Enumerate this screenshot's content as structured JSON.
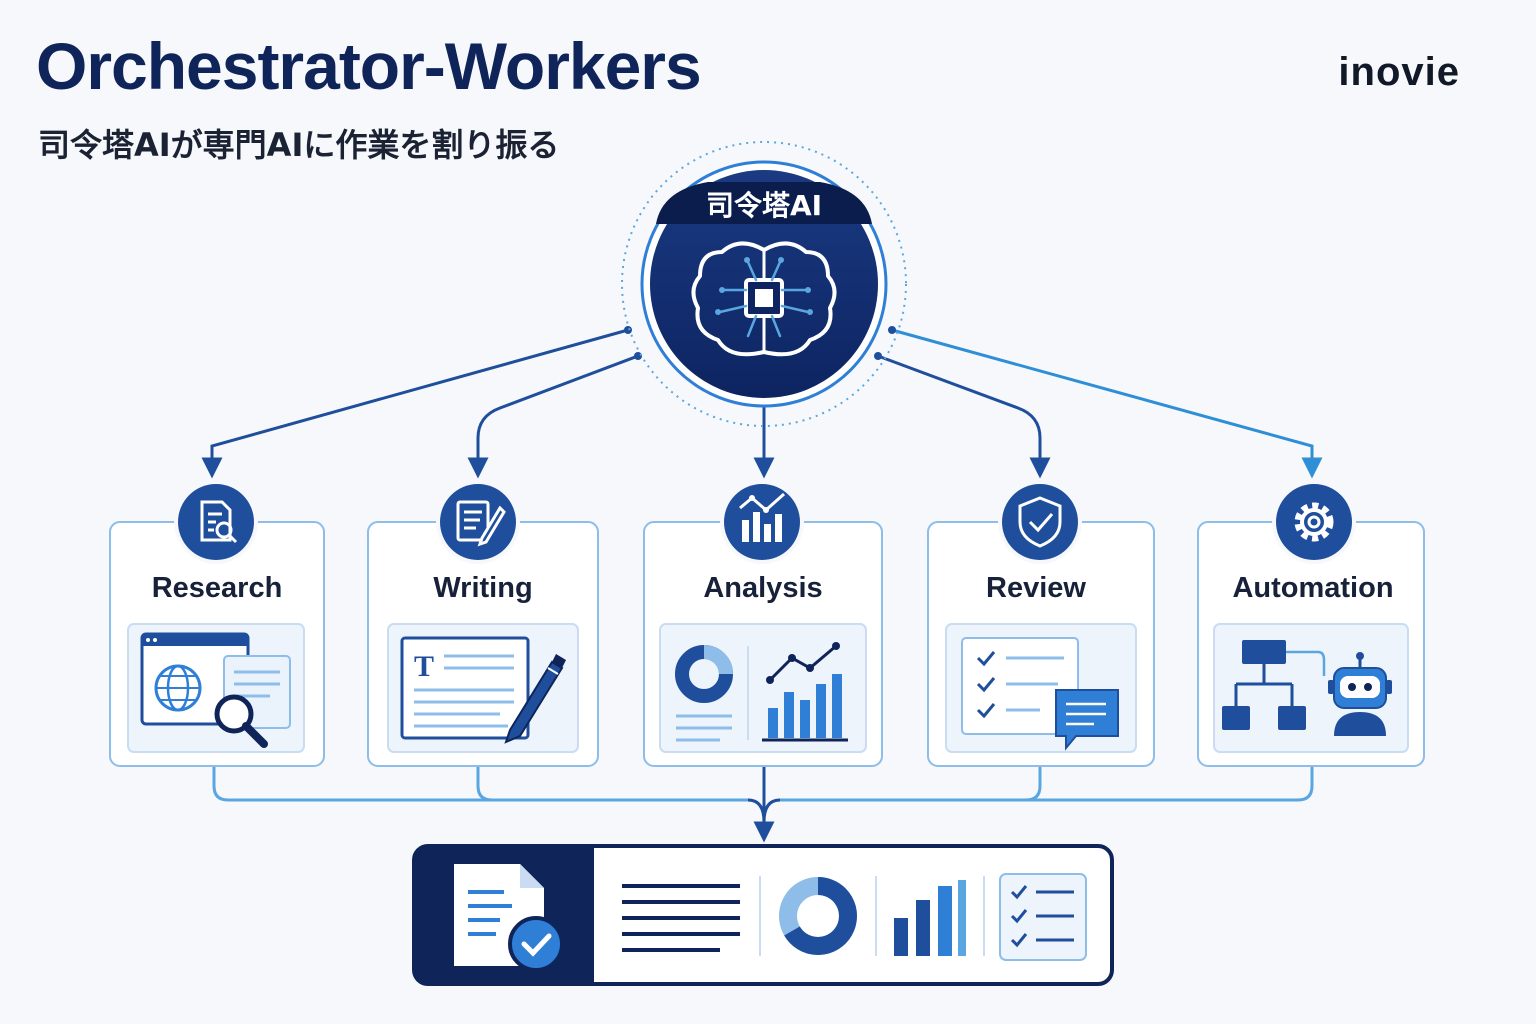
{
  "header": {
    "title": "Orchestrator-Workers",
    "subtitle": "司令塔AIが専門AIに作業を割り振る",
    "brand": "inovie"
  },
  "orchestrator": {
    "label": "司令塔AI",
    "icon": "brain-chip-icon"
  },
  "workers": [
    {
      "label": "Research",
      "icon": "document-search-icon",
      "illustration": "web-search-illustration"
    },
    {
      "label": "Writing",
      "icon": "document-pen-icon",
      "illustration": "text-editor-pen-illustration"
    },
    {
      "label": "Analysis",
      "icon": "bar-chart-trend-icon",
      "illustration": "charts-illustration"
    },
    {
      "label": "Review",
      "icon": "shield-check-icon",
      "illustration": "checklist-comment-illustration"
    },
    {
      "label": "Automation",
      "icon": "gear-icon",
      "illustration": "workflow-robot-illustration"
    }
  ],
  "output": {
    "icons": [
      "checked-document-icon",
      "text-lines-icon",
      "donut-chart-icon",
      "bar-chart-icon",
      "checklist-icon"
    ]
  },
  "colors": {
    "navy": "#0f2459",
    "primary": "#1f4f9c",
    "accent": "#2f7fd6",
    "light": "#9ec4ee"
  }
}
